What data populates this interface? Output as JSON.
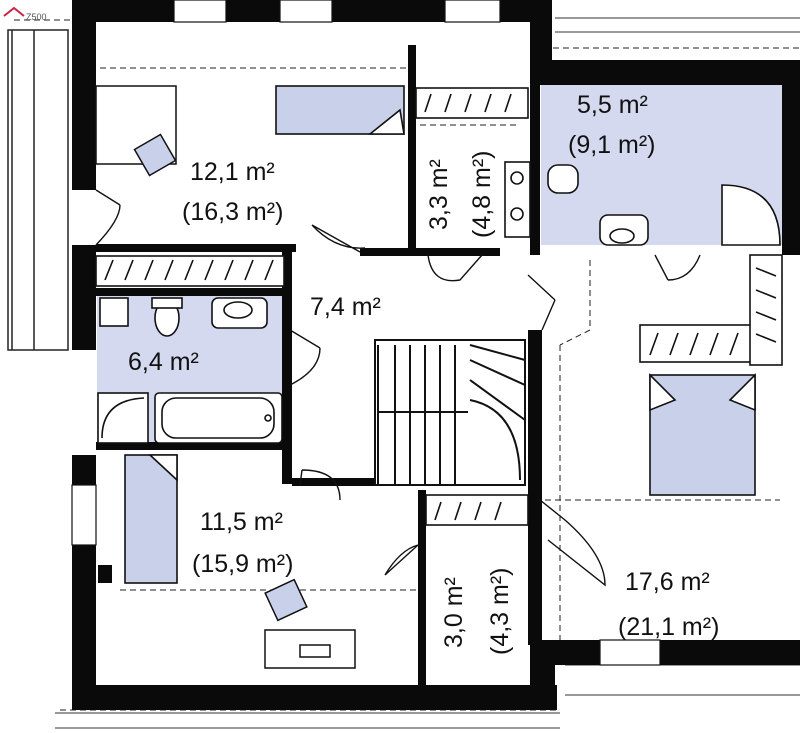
{
  "logo": {
    "text": "Z500",
    "icon": "house-roof-icon",
    "color": "#cc2244"
  },
  "colors": {
    "wall": "#0a0a0a",
    "wet_room": "#d4d9f0",
    "furniture_fill": "#c9d0ea",
    "line": "#1a1a1a"
  },
  "rooms": {
    "room_nw": {
      "area": "12,1 m²",
      "area_total": "(16,3 m²)"
    },
    "closet_n": {
      "area": "3,3 m²",
      "area_total": "(4,8 m²)"
    },
    "bath_ne": {
      "area": "5,5 m²",
      "area_total": "(9,1 m²)"
    },
    "hall": {
      "area": "7,4 m²"
    },
    "bath_w": {
      "area": "6,4 m²"
    },
    "room_sw": {
      "area": "11,5 m²",
      "area_total": "(15,9 m²)"
    },
    "closet_s": {
      "area": "3,0 m²",
      "area_total": "(4,3 m²)"
    },
    "room_se": {
      "area": "17,6 m²",
      "area_total": "(21,1 m²)"
    }
  }
}
